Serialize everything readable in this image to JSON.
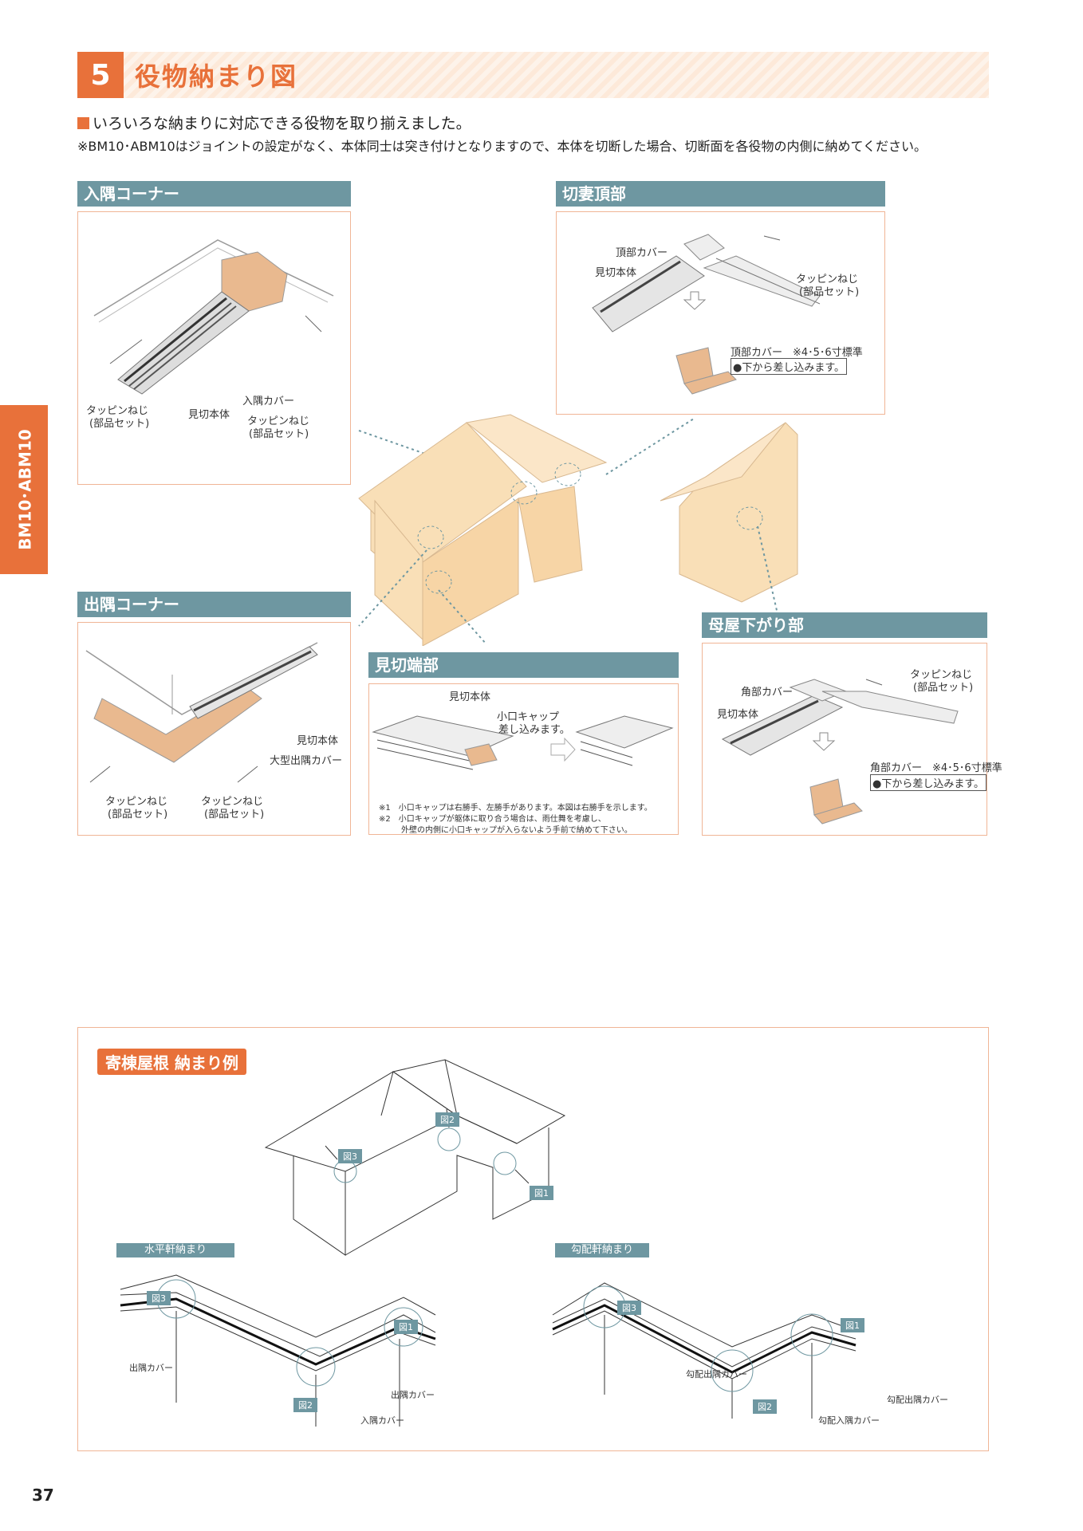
{
  "header": {
    "number": "5",
    "title": "役物納まり図"
  },
  "intro": "いろいろな納まりに対応できる役物を取り揃えました。",
  "note": "※BM10･ABM10はジョイントの設定がなく、本体同士は突き付けとなりますので、本体を切断した場合、切断面を各役物の内側に納めてください。",
  "side_tab": "BM10･ABM10",
  "sections": {
    "irisumi": {
      "title": "入隅コーナー",
      "labels": [
        "タッピンねじ",
        "(部品セット)",
        "見切本体",
        "入隅カバー",
        "タッピンねじ",
        "(部品セット)"
      ]
    },
    "kirizuma": {
      "title": "切妻頂部",
      "labels": [
        "頂部カバー",
        "見切本体",
        "タッピンねじ",
        "(部品セット)",
        "頂部カバー　※4･5･6寸標準",
        "●下から差し込みます。"
      ]
    },
    "desumi": {
      "title": "出隅コーナー",
      "labels": [
        "見切本体",
        "大型出隅カバー",
        "タッピンねじ",
        "(部品セット)",
        "タッピンねじ",
        "(部品セット)"
      ]
    },
    "mikiri": {
      "title": "見切端部",
      "labels": [
        "見切本体",
        "小口キャップ",
        "差し込みます。"
      ],
      "notes": [
        "※1　小口キャップは右勝手、左勝手があります。本図は右勝手を示します。",
        "※2　小口キャップが躯体に取り合う場合は、雨仕舞を考慮し、",
        "外壁の内側に小口キャップが入らないよう手前で納めて下さい。"
      ]
    },
    "moya": {
      "title": "母屋下がり部",
      "labels": [
        "タッピンねじ",
        "(部品セット)",
        "角部カバー",
        "見切本体",
        "角部カバー　※4･5･6寸標準",
        "●下から差し込みます。"
      ]
    }
  },
  "example": {
    "title": "寄棟屋根  納まり例",
    "fig_tags": [
      "図3",
      "図2",
      "図1"
    ],
    "left": {
      "title": "水平軒納まり",
      "tags": [
        "図3",
        "図1",
        "図2"
      ],
      "labels": [
        "出隅カバー",
        "出隅カバー",
        "入隅カバー"
      ]
    },
    "right": {
      "title": "勾配軒納まり",
      "tags": [
        "図3",
        "図1",
        "図2"
      ],
      "labels": [
        "勾配出隅カバー",
        "勾配出隅カバー",
        "勾配入隅カバー"
      ]
    }
  },
  "page_number": "37",
  "colors": {
    "accent": "#e8713a",
    "label_bar": "#6e97a1",
    "panel_border": "#f0b596",
    "house_fill": "#f9dfb7"
  }
}
